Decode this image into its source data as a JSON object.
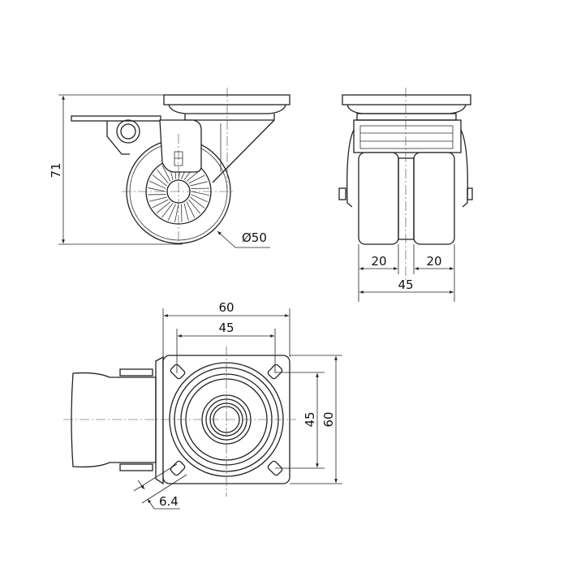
{
  "side_view": {
    "height_dim": "71",
    "wheel_diameter_dim": "Ø50"
  },
  "front_view": {
    "wheel_width_left": "20",
    "wheel_width_right": "20",
    "overall_width": "45"
  },
  "top_view": {
    "plate_width": "60",
    "hole_spacing_x": "45",
    "plate_height": "60",
    "hole_spacing_y": "45",
    "hole_diameter": "6.4"
  },
  "colors": {
    "line": "#222222",
    "background": "#ffffff"
  }
}
